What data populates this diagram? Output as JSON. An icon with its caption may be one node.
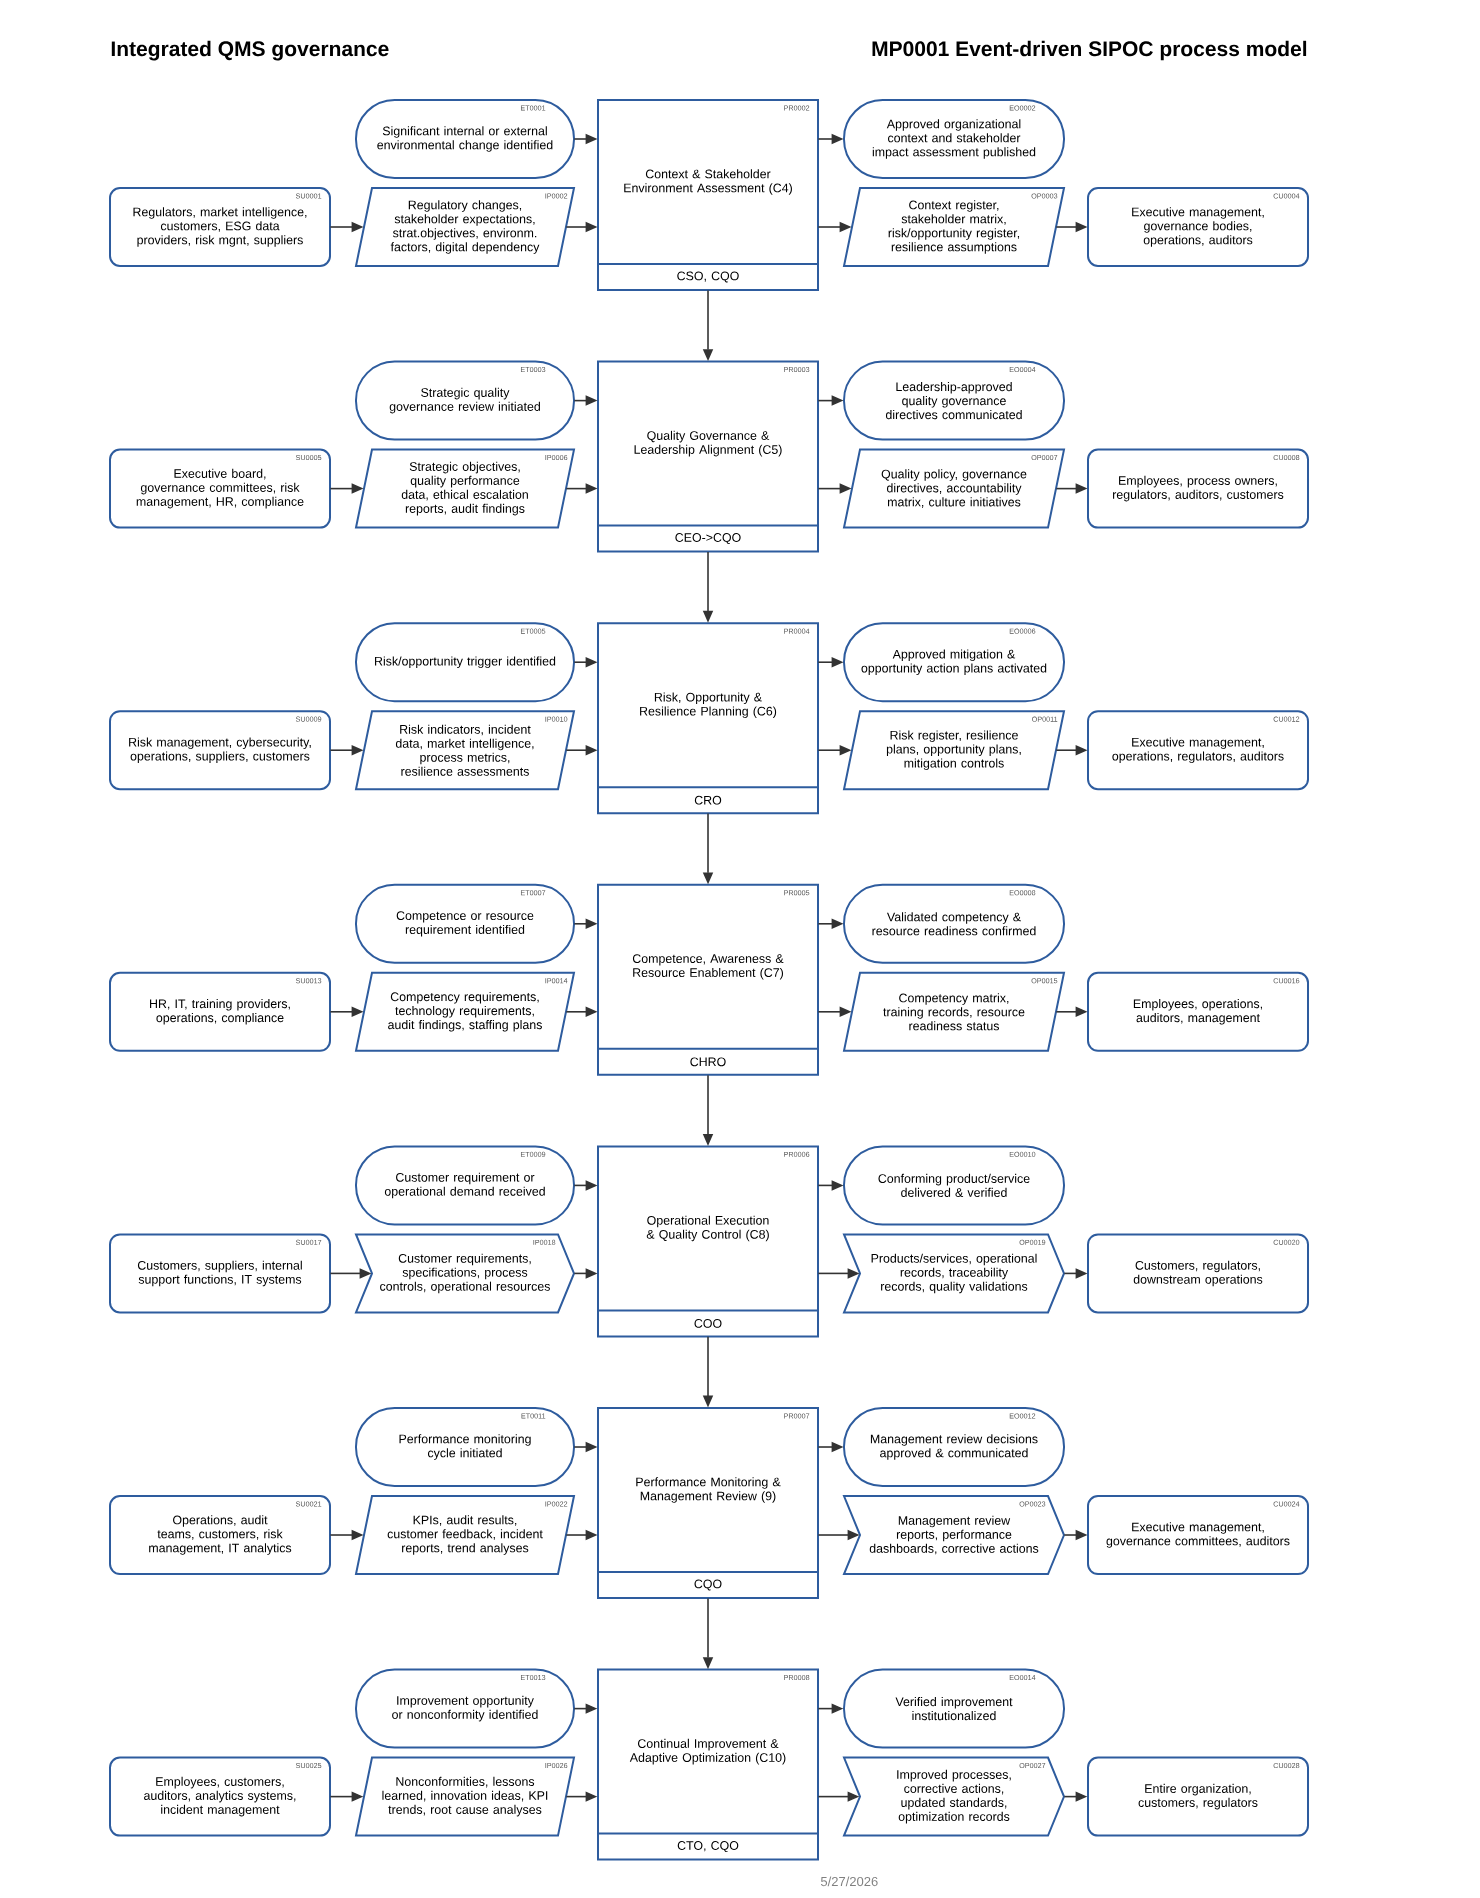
{
  "diagram": {
    "title": "MP0001 Event-driven SIPOC process model",
    "nodes": [
      {
        "text": [
          "ET0001",
          "Significant internal or external environmental change identified"
        ]
      },
      {
        "text": [
          "SU0001",
          "Regulators, market intelligence, customers, ESG data providers, risk mgnt, suppliers"
        ]
      },
      {
        "text": [
          "IP0002",
          "Regulatory changes, stakeholder expectations, strat.objectives, environm. factors, digital dependency"
        ]
      },
      {
        "text": [
          "PR0002",
          "Context & Stakeholder Environment Assessment (C4)",
          "CSO, CQO"
        ]
      },
      {
        "text": [
          "EO0002",
          "Approved organizational context and stakeholder impact assessment published"
        ]
      },
      {
        "text": [
          "OP0003",
          "Context register, stakeholder matrix, risk/opportunity register, resilience assumptions"
        ]
      },
      {
        "text": [
          "CU0004",
          "Executive management, governance bodies, operations, auditors"
        ]
      },
      {
        "text": [
          "ET0003",
          "Strategic quality governance review initiated"
        ]
      },
      {
        "text": [
          "SU0005",
          "Executive board, governance committees, risk management, HR, compliance"
        ]
      },
      {
        "text": [
          "IP0006",
          "Strategic objectives, quality performance data, ethical escalation reports, audit findings"
        ]
      },
      {
        "text": [
          "PR0003",
          "Quality Governance & Leadership Alignment (C5)",
          "CEO->CQO"
        ]
      },
      {
        "text": [
          "EO0004",
          "Leadership-approved quality governance directives communicated"
        ]
      },
      {
        "text": [
          "OP0007",
          "Quality policy, governance directives, accountability matrix, culture initiatives"
        ]
      },
      {
        "text": [
          "CU0008",
          "Employees, process owners, regulators, auditors, customers"
        ]
      },
      {
        "text": [
          "ET0005",
          "Risk/opportunity trigger identified"
        ]
      },
      {
        "text": [
          "SU0009",
          "Risk management, cybersecurity, operations, suppliers, customers"
        ]
      },
      {
        "text": [
          "IP0010",
          "Risk indicators, incident data, market intelligence, process metrics, resilience assessments"
        ]
      },
      {
        "text": [
          "PR0004",
          "Risk, Opportunity & Resilience Planning (C6)",
          "CRO"
        ]
      },
      {
        "text": [
          "EO0006",
          "Approved mitigation & opportunity action plans activated"
        ]
      },
      {
        "text": [
          "OP0011",
          "Risk register, resilience plans, opportunity plans, mitigation controls"
        ]
      },
      {
        "text": [
          "CU0012",
          "Executive management, operations, regulators, auditors"
        ]
      },
      {
        "text": [
          "ET0007",
          "Competence or resource requirement identified"
        ]
      },
      {
        "text": [
          "SU0013",
          "HR, IT, training providers, operations, compliance"
        ]
      },
      {
        "text": [
          "IP0014",
          "Competency requirements, technology requirements, audit findings, staffing plans"
        ]
      },
      {
        "text": [
          "PR0005",
          "Competence, Awareness & Resource Enablement (C7)",
          "CHRO"
        ]
      },
      {
        "text": [
          "EO0008",
          "Validated competency & resource readiness confirmed"
        ]
      },
      {
        "text": [
          "OP0015",
          "Competency matrix, training records, resource readiness status"
        ]
      },
      {
        "text": [
          "CU0016",
          "Employees, operations, auditors, management"
        ]
      },
      {
        "text": [
          "ET0009",
          "Customer requirement or operational demand received"
        ]
      },
      {
        "text": [
          "SU0017",
          "Customers, suppliers, internal support functions, IT systems"
        ]
      },
      {
        "text": [
          "IP0018",
          "Customer requirements, specifications, process controls, operational resources"
        ]
      },
      {
        "text": [
          "PR0006",
          "Operational Execution & Quality Control (C8)",
          "COO"
        ]
      },
      {
        "text": [
          "EO0010",
          "Conforming product/service delivered & verified"
        ]
      },
      {
        "text": [
          "OP0019",
          "Products/services, operational records, traceability records, quality validations"
        ]
      },
      {
        "text": [
          "CU0020",
          "Customers, regulators, downstream operations"
        ]
      },
      {
        "text": [
          "ET0011",
          "Performance monitoring cycle initiated"
        ]
      },
      {
        "text": [
          "SU0021",
          "Operations, audit teams, customers, risk management, IT analytics"
        ]
      },
      {
        "text": [
          "IP0022",
          "KPIs, audit results, customer feedback, incident reports, trend analyses"
        ]
      },
      {
        "text": [
          "PR0007",
          "Performance Monitoring & Management Review (9)",
          "CQO"
        ]
      },
      {
        "text": [
          "EO0012",
          "Management review decisions approved & communicated"
        ]
      },
      {
        "text": [
          "OP0023",
          "Management review reports, performance dashboards, corrective actions"
        ]
      },
      {
        "text": [
          "CU0024",
          "Executive management, governance committees, auditors"
        ]
      },
      {
        "text": [
          "ET0013",
          "Improvement opportunity or nonconformity identified"
        ]
      },
      {
        "text": [
          "SU0025",
          "Employees, customers, auditors, analytics systems, incident management"
        ]
      },
      {
        "text": [
          "IP0026",
          "Nonconformities, lessons learned, innovation ideas, KPI trends, root cause analyses"
        ]
      },
      {
        "text": [
          "PR0008",
          "Continual Improvement & Adaptive Optimization (C10)",
          "CTO, CQO"
        ]
      },
      {
        "text": [
          "EO0014",
          "Verified improvement institutionalized"
        ]
      },
      {
        "text": [
          "OP0027",
          "Improved processes, corrective actions, updated standards, optimization records"
        ]
      },
      {
        "text": [
          "CU0028",
          "Entire organization, customers, regulators"
        ]
      }
    ],
    "edges": [
      {
        "from": 0,
        "to": 3,
        "arrow": "to"
      },
      {
        "from": 1,
        "to": 2,
        "arrow": "to"
      },
      {
        "from": 2,
        "to": 3,
        "arrow": "to"
      },
      {
        "from": 3,
        "to": 4,
        "arrow": "to"
      },
      {
        "from": 3,
        "to": 5,
        "arrow": "to"
      },
      {
        "from": 5,
        "to": 6,
        "arrow": "to"
      },
      {
        "from": 3,
        "to": 10,
        "arrow": "to"
      },
      {
        "from": 7,
        "to": 10,
        "arrow": "to"
      },
      {
        "from": 8,
        "to": 9,
        "arrow": "to"
      },
      {
        "from": 9,
        "to": 10,
        "arrow": "to"
      },
      {
        "from": 10,
        "to": 11,
        "arrow": "to"
      },
      {
        "from": 10,
        "to": 12,
        "arrow": "to"
      },
      {
        "from": 12,
        "to": 13,
        "arrow": "to"
      },
      {
        "from": 10,
        "to": 17,
        "arrow": "to"
      },
      {
        "from": 14,
        "to": 17,
        "arrow": "to"
      },
      {
        "from": 15,
        "to": 16,
        "arrow": "to"
      },
      {
        "from": 16,
        "to": 17,
        "arrow": "to"
      },
      {
        "from": 17,
        "to": 18,
        "arrow": "to"
      },
      {
        "from": 17,
        "to": 19,
        "arrow": "to"
      },
      {
        "from": 19,
        "to": 20,
        "arrow": "to"
      },
      {
        "from": 17,
        "to": 24,
        "arrow": "to"
      },
      {
        "from": 21,
        "to": 24,
        "arrow": "to"
      },
      {
        "from": 22,
        "to": 23,
        "arrow": "to"
      },
      {
        "from": 23,
        "to": 24,
        "arrow": "to"
      },
      {
        "from": 24,
        "to": 25,
        "arrow": "to"
      },
      {
        "from": 24,
        "to": 26,
        "arrow": "to"
      },
      {
        "from": 26,
        "to": 27,
        "arrow": "to"
      },
      {
        "from": 24,
        "to": 31,
        "arrow": "to"
      },
      {
        "from": 28,
        "to": 31,
        "arrow": "to"
      },
      {
        "from": 29,
        "to": 30,
        "arrow": "to"
      },
      {
        "from": 30,
        "to": 31,
        "arrow": "to"
      },
      {
        "from": 31,
        "to": 32,
        "arrow": "to"
      },
      {
        "from": 31,
        "to": 33,
        "arrow": "to"
      },
      {
        "from": 33,
        "to": 34,
        "arrow": "to"
      },
      {
        "from": 31,
        "to": 38,
        "arrow": "to"
      },
      {
        "from": 35,
        "to": 38,
        "arrow": "to"
      },
      {
        "from": 36,
        "to": 37,
        "arrow": "to"
      },
      {
        "from": 37,
        "to": 38,
        "arrow": "to"
      },
      {
        "from": 38,
        "to": 39,
        "arrow": "to"
      },
      {
        "from": 38,
        "to": 40,
        "arrow": "to"
      },
      {
        "from": 40,
        "to": 41,
        "arrow": "to"
      },
      {
        "from": 38,
        "to": 45,
        "arrow": "to"
      },
      {
        "from": 42,
        "to": 45,
        "arrow": "to"
      },
      {
        "from": 43,
        "to": 44,
        "arrow": "to"
      },
      {
        "from": 44,
        "to": 45,
        "arrow": "to"
      },
      {
        "from": 45,
        "to": 46,
        "arrow": "to"
      },
      {
        "from": 45,
        "to": 47,
        "arrow": "to"
      },
      {
        "from": 47,
        "to": 48,
        "arrow": "to"
      }
    ],
    "labels": [
      "Integrated QMS governance",
      "5/27/2026"
    ]
  }
}
